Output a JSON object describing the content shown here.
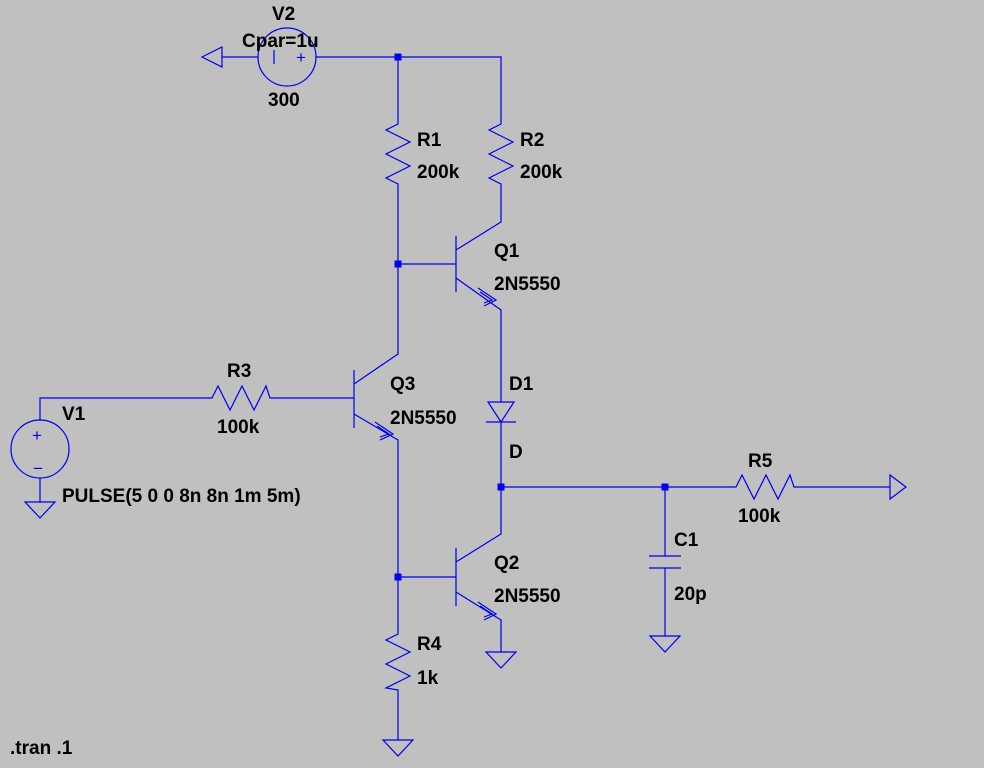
{
  "colors": {
    "background": "#c0c0c0",
    "wire": "#0000ee",
    "text": "#000000"
  },
  "components": {
    "V2": {
      "name": "V2",
      "param": "Cpar=1u",
      "value": "300"
    },
    "R1": {
      "name": "R1",
      "value": "200k"
    },
    "R2": {
      "name": "R2",
      "value": "200k"
    },
    "Q1": {
      "name": "Q1",
      "model": "2N5550"
    },
    "R3": {
      "name": "R3",
      "value": "100k"
    },
    "Q3": {
      "name": "Q3",
      "model": "2N5550"
    },
    "V1": {
      "name": "V1",
      "value": "PULSE(5 0 0 8n 8n 1m 5m)"
    },
    "D1": {
      "name": "D1",
      "model": "D"
    },
    "R5": {
      "name": "R5",
      "value": "100k"
    },
    "C1": {
      "name": "C1",
      "value": "20p"
    },
    "Q2": {
      "name": "Q2",
      "model": "2N5550"
    },
    "R4": {
      "name": "R4",
      "value": "1k"
    }
  },
  "directive": ".tran .1",
  "polarity": {
    "plus": "+",
    "minus": "−"
  }
}
